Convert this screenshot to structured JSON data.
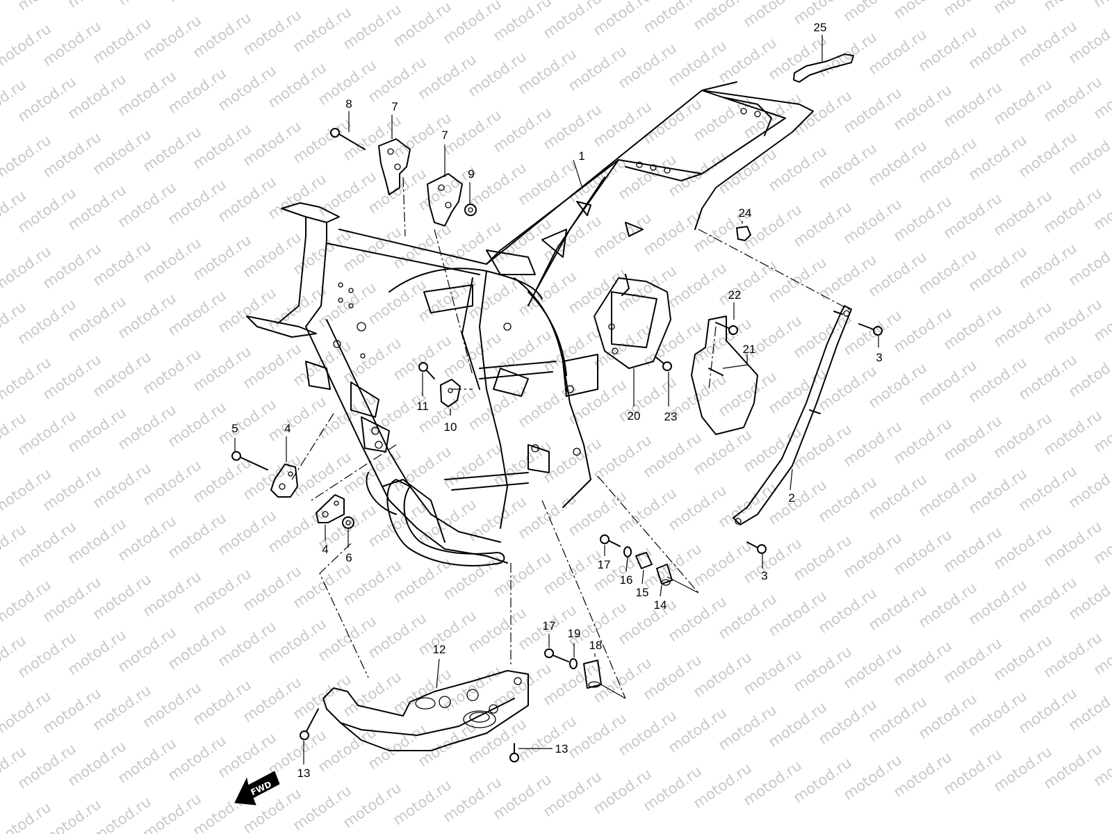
{
  "watermark": {
    "text": "motod.ru",
    "color": "#c8c8c8"
  },
  "fwd_label": "FWD",
  "callouts": [
    {
      "id": "c1",
      "label": "1"
    },
    {
      "id": "c2",
      "label": "2"
    },
    {
      "id": "c3a",
      "label": "3"
    },
    {
      "id": "c3b",
      "label": "3"
    },
    {
      "id": "c4a",
      "label": "4"
    },
    {
      "id": "c4b",
      "label": "4"
    },
    {
      "id": "c5",
      "label": "5"
    },
    {
      "id": "c6",
      "label": "6"
    },
    {
      "id": "c7a",
      "label": "7"
    },
    {
      "id": "c7b",
      "label": "7"
    },
    {
      "id": "c8",
      "label": "8"
    },
    {
      "id": "c9",
      "label": "9"
    },
    {
      "id": "c10",
      "label": "10"
    },
    {
      "id": "c11",
      "label": "11"
    },
    {
      "id": "c12",
      "label": "12"
    },
    {
      "id": "c13a",
      "label": "13"
    },
    {
      "id": "c13b",
      "label": "13"
    },
    {
      "id": "c14",
      "label": "14"
    },
    {
      "id": "c15",
      "label": "15"
    },
    {
      "id": "c16",
      "label": "16"
    },
    {
      "id": "c17a",
      "label": "17"
    },
    {
      "id": "c17b",
      "label": "17"
    },
    {
      "id": "c18",
      "label": "18"
    },
    {
      "id": "c19",
      "label": "19"
    },
    {
      "id": "c20",
      "label": "20"
    },
    {
      "id": "c21",
      "label": "21"
    },
    {
      "id": "c22",
      "label": "22"
    },
    {
      "id": "c23",
      "label": "23"
    },
    {
      "id": "c24",
      "label": "24"
    },
    {
      "id": "c25",
      "label": "25"
    }
  ]
}
